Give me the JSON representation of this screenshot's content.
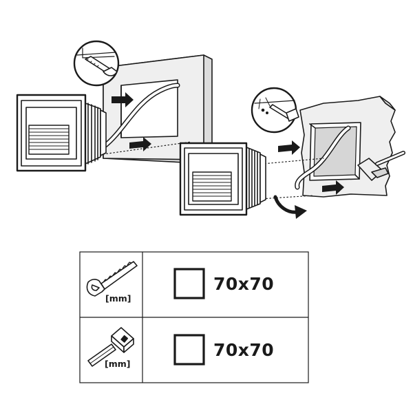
{
  "table": {
    "rows": [
      {
        "tool": "saw-icon",
        "unit": "[mm]",
        "dimension": "70x70"
      },
      {
        "tool": "trowel-icon",
        "unit": "[mm]",
        "dimension": "70x70"
      }
    ]
  },
  "colors": {
    "stroke": "#1a1a1a",
    "wall": "#efefef",
    "wall_side": "#dcdcdc",
    "opening": "#ffffff",
    "shade": "#d6d6d6"
  }
}
